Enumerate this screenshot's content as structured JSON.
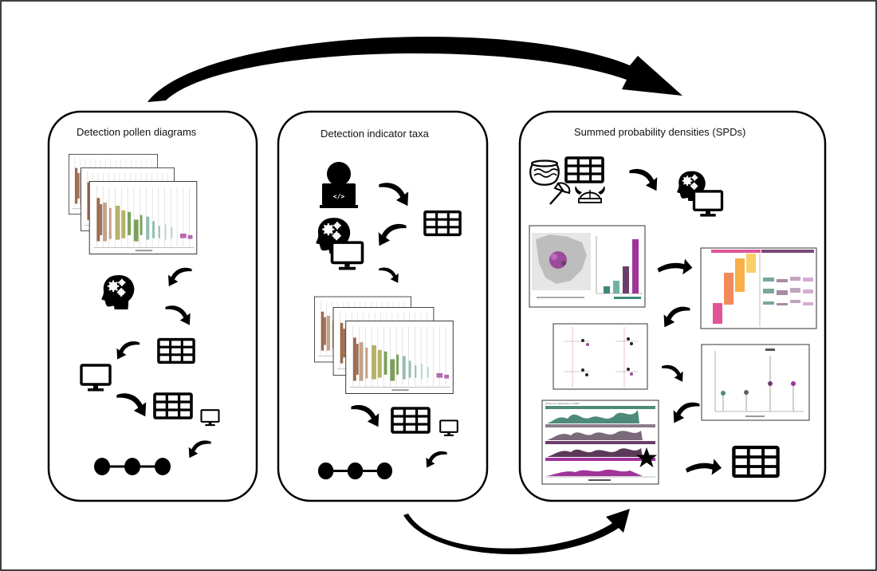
{
  "panels": [
    {
      "title": "Detection pollen diagrams"
    },
    {
      "title": "Detection indicator taxa"
    },
    {
      "title": "Summed probability densities (SPDs)"
    }
  ],
  "icons": {
    "head": "head-with-gears-icon",
    "monitor": "computer-monitor-icon",
    "table": "table-grid-icon",
    "network": "three-node-chain-icon",
    "coder": "person-at-laptop-code-icon",
    "pot": "clay-pot-icon",
    "axe": "axe-icon",
    "helmet": "viking-helmet-icon",
    "star": "star-icon",
    "arrow": "curved-arrow-icon"
  },
  "colors": {
    "ink": "#000000",
    "spd_teal": "#4e8a7a",
    "spd_magenta": "#a0339a",
    "spd_purple": "#6d3d6a",
    "pollen_brown": "#9c6b4f",
    "pollen_green": "#7aa05a"
  },
  "thumbnails": {
    "spd_series_title": "Temporal distribution of SPD"
  }
}
